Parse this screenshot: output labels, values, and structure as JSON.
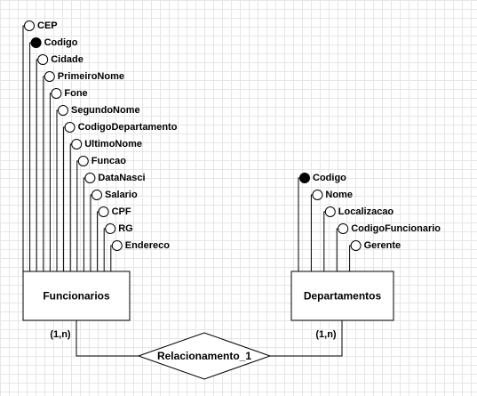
{
  "entities": [
    {
      "name": "Funcionarios",
      "cardinality": "(1,n)",
      "attributes": [
        {
          "name": "CEP",
          "key": false
        },
        {
          "name": "Codigo",
          "key": true
        },
        {
          "name": "Cidade",
          "key": false
        },
        {
          "name": "PrimeiroNome",
          "key": false
        },
        {
          "name": "Fone",
          "key": false
        },
        {
          "name": "SegundoNome",
          "key": false
        },
        {
          "name": "CodigoDepartamento",
          "key": false
        },
        {
          "name": "UltimoNome",
          "key": false
        },
        {
          "name": "Funcao",
          "key": false
        },
        {
          "name": "DataNasci",
          "key": false
        },
        {
          "name": "Salario",
          "key": false
        },
        {
          "name": "CPF",
          "key": false
        },
        {
          "name": "RG",
          "key": false
        },
        {
          "name": "Endereco",
          "key": false
        }
      ]
    },
    {
      "name": "Departamentos",
      "cardinality": "(1,n)",
      "attributes": [
        {
          "name": "Codigo",
          "key": true
        },
        {
          "name": "Nome",
          "key": false
        },
        {
          "name": "Localizacao",
          "key": false
        },
        {
          "name": "CodigoFuncionario",
          "key": false
        },
        {
          "name": "Gerente",
          "key": false
        }
      ]
    }
  ],
  "relationship": {
    "name": "Relacionamento_1"
  },
  "colors": {
    "line": "#000000",
    "fill": "#ffffff",
    "key_fill": "#000000",
    "grid": "#e6e6e6"
  }
}
